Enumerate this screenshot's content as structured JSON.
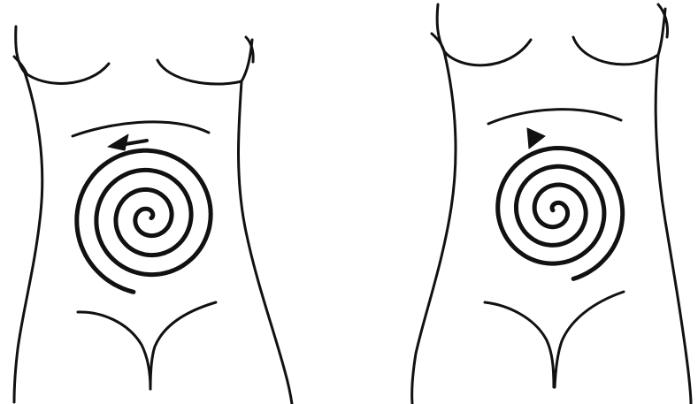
{
  "colors": {
    "background": "#ffffff",
    "ink": "#111111"
  },
  "figures": [
    {
      "name": "left-torso",
      "spiral_direction": "counterclockwise",
      "arrow": "arrowhead-icon"
    },
    {
      "name": "right-torso",
      "spiral_direction": "clockwise",
      "arrow": "arrowhead-icon"
    }
  ]
}
